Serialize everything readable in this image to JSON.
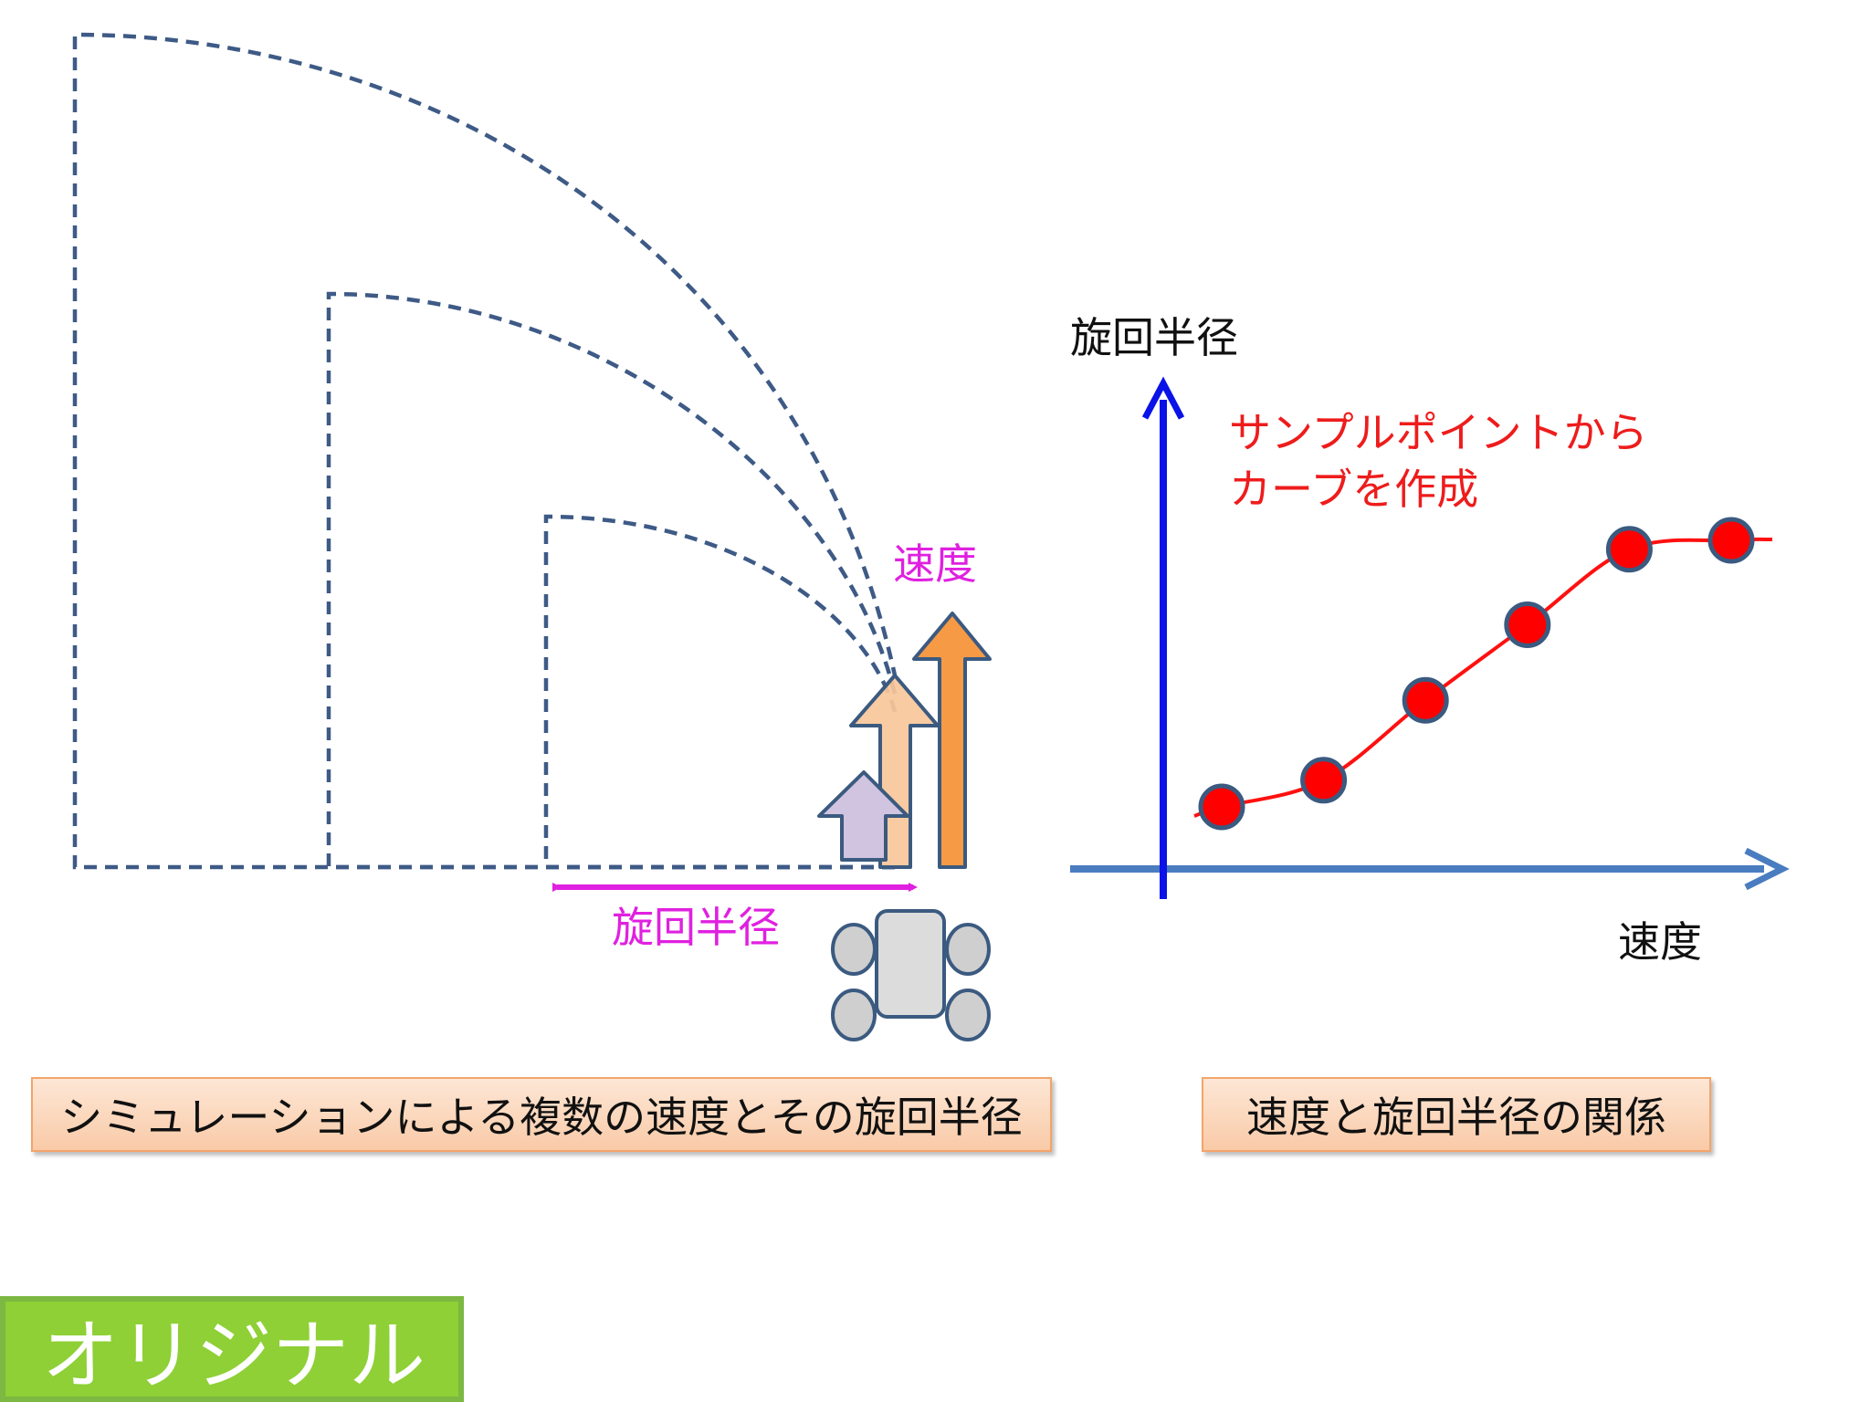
{
  "left_panel": {
    "speed_label": "速度",
    "radius_label": "旋回半径",
    "caption": "シミュレーションによる複数の速度とその旋回半径"
  },
  "right_panel": {
    "y_axis_label": "旋回半径",
    "x_axis_label": "速度",
    "annotation_line1": "サンプルポイントから",
    "annotation_line2": "カーブを作成",
    "caption": "速度と旋回半径の関係"
  },
  "badge": {
    "text": "オリジナル"
  },
  "colors": {
    "arc_dashed": "#3e5a86",
    "magenta": "#e020e0",
    "y_axis": "#0a12e8",
    "x_axis": "#4a7cc0",
    "curve": "#ff1010",
    "point_fill": "#ff0000",
    "point_stroke": "#3b5a80",
    "arrow_large": "#f79a45",
    "arrow_medium": "#f8c79a",
    "arrow_small": "#d0c4e0",
    "caption_fill": "#fbd6b8",
    "badge_green": "#8ed035"
  },
  "chart_data": {
    "type": "line",
    "title": "",
    "xlabel": "速度",
    "ylabel": "旋回半径",
    "grid": false,
    "series": [
      {
        "x": [
          1,
          2,
          3,
          4,
          5,
          6
        ],
        "y": [
          1.0,
          1.6,
          3.4,
          5.1,
          6.8,
          7.0
        ]
      }
    ]
  }
}
